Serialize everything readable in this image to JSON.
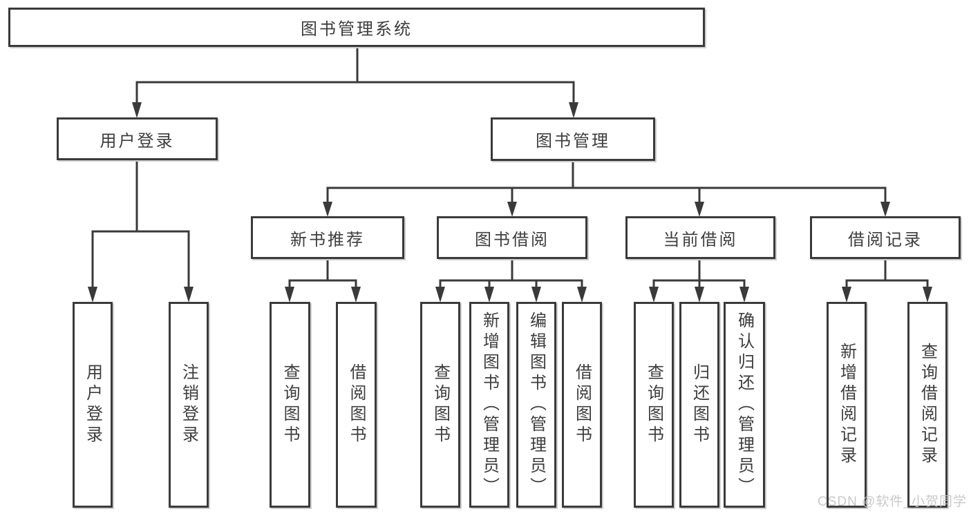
{
  "title": "图书管理系统",
  "colors": {
    "line": "#3a3a3a",
    "text": "#3d3d3d",
    "box_background": "#ffffff",
    "page_background": "#ffffff",
    "watermark": "#c4c4c4"
  },
  "watermark": "CSDN @软件_小贺同学",
  "tree": {
    "label": "图书管理系统",
    "children": [
      {
        "label": "用户登录",
        "children": [
          {
            "label": "用户登录"
          },
          {
            "label": "注销登录"
          }
        ]
      },
      {
        "label": "图书管理",
        "children": [
          {
            "label": "新书推荐",
            "children": [
              {
                "label": "查询图书"
              },
              {
                "label": "借阅图书"
              }
            ]
          },
          {
            "label": "图书借阅",
            "children": [
              {
                "label": "查询图书"
              },
              {
                "label": "新增图书（管理员）"
              },
              {
                "label": "编辑图书（管理员）"
              },
              {
                "label": "借阅图书"
              }
            ]
          },
          {
            "label": "当前借阅",
            "children": [
              {
                "label": "查询图书"
              },
              {
                "label": "归还图书"
              },
              {
                "label": "确认归还（管理员）"
              }
            ]
          },
          {
            "label": "借阅记录",
            "children": [
              {
                "label": "新增借阅记录"
              },
              {
                "label": "查询借阅记录"
              }
            ]
          }
        ]
      }
    ]
  }
}
